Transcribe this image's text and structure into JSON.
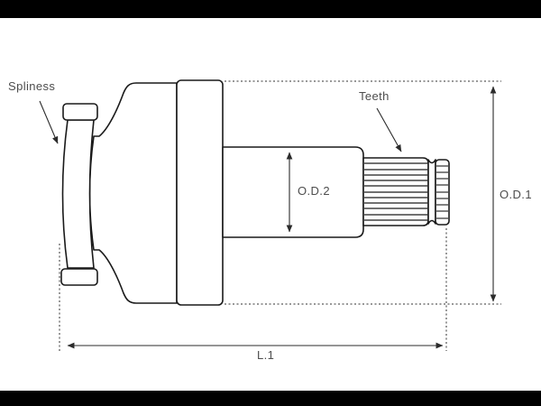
{
  "diagram": {
    "labels": {
      "spliness": "Spliness",
      "teeth": "Teeth",
      "od2": "O.D.2",
      "od1": "O.D.1",
      "l1": "L.1"
    },
    "colors": {
      "outline": "#1a1a1a",
      "dimension_line": "#333333",
      "label_text": "#4d4d4d",
      "background": "#ffffff",
      "letterbox": "#000000"
    }
  }
}
